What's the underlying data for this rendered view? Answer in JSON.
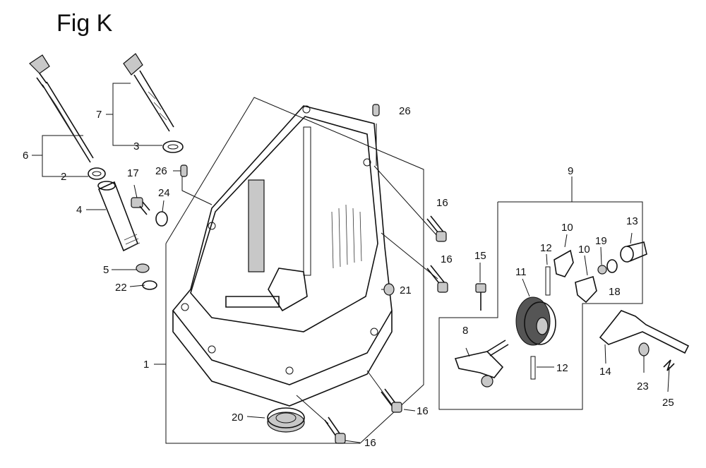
{
  "figure_title": "Fig K",
  "callouts": {
    "c1": "1",
    "c2": "2",
    "c3": "3",
    "c4": "4",
    "c5": "5",
    "c6": "6",
    "c7": "7",
    "c8": "8",
    "c9": "9",
    "c10a": "10",
    "c10b": "10",
    "c11": "11",
    "c12a": "12",
    "c12b": "12",
    "c13": "13",
    "c14": "14",
    "c15": "15",
    "c16a": "16",
    "c16b": "16",
    "c16c": "16",
    "c16d": "16",
    "c17": "17",
    "c18": "18",
    "c19": "19",
    "c20": "20",
    "c21": "21",
    "c22": "22",
    "c23": "23",
    "c24": "24",
    "c25": "25",
    "c26a": "26",
    "c26b": "26"
  }
}
